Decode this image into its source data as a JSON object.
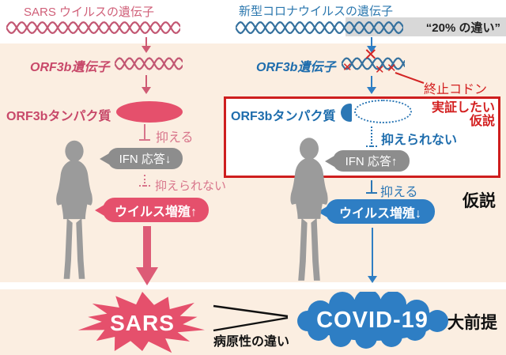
{
  "colors": {
    "rose_fill": "#e5506c",
    "rose_text": "#c8496a",
    "rose_soft": "#d8758b",
    "blue_fill": "#2e7ec4",
    "blue_text": "#1e6dad",
    "accent_red": "#d32020",
    "gray_bubble": "#8d8d8d",
    "gray_badge": "#d8d8d8",
    "silhouette_gray": "#9b9b9b",
    "band_peach": "#fbeee1"
  },
  "header": {
    "sars_title": "SARS ウイルスの遺伝子",
    "covid_title": "新型コロナウイルスの遺伝子",
    "difference_badge": "“20% の違い”"
  },
  "sars_pathway": {
    "gene_label": "ORF3b遺伝子",
    "protein_label": "ORF3bタンパク質",
    "suppress": "抑える",
    "ifn_bubble": "IFN 応答↓",
    "cannot_suppress": "抑えられない",
    "virus_bubble": "ウイルス増殖↑",
    "disease": "SARS"
  },
  "covid_pathway": {
    "gene_label": "ORF3b遺伝子",
    "stop_codon": "終止コドン",
    "protein_label": "ORF3bタンパク質",
    "hypothesis_note_line1": "実証したい",
    "hypothesis_note_line2": "仮説",
    "cannot_suppress": "抑えられない",
    "ifn_bubble": "IFN 応答↑",
    "suppress": "抑える",
    "virus_bubble": "ウイルス増殖↓",
    "disease": "COVID-19"
  },
  "labels": {
    "hypothesis": "仮説",
    "pathogenicity_diff": "病原性の違い",
    "premise": "大前提"
  },
  "icons": {
    "stop_codon_x": "✕"
  }
}
